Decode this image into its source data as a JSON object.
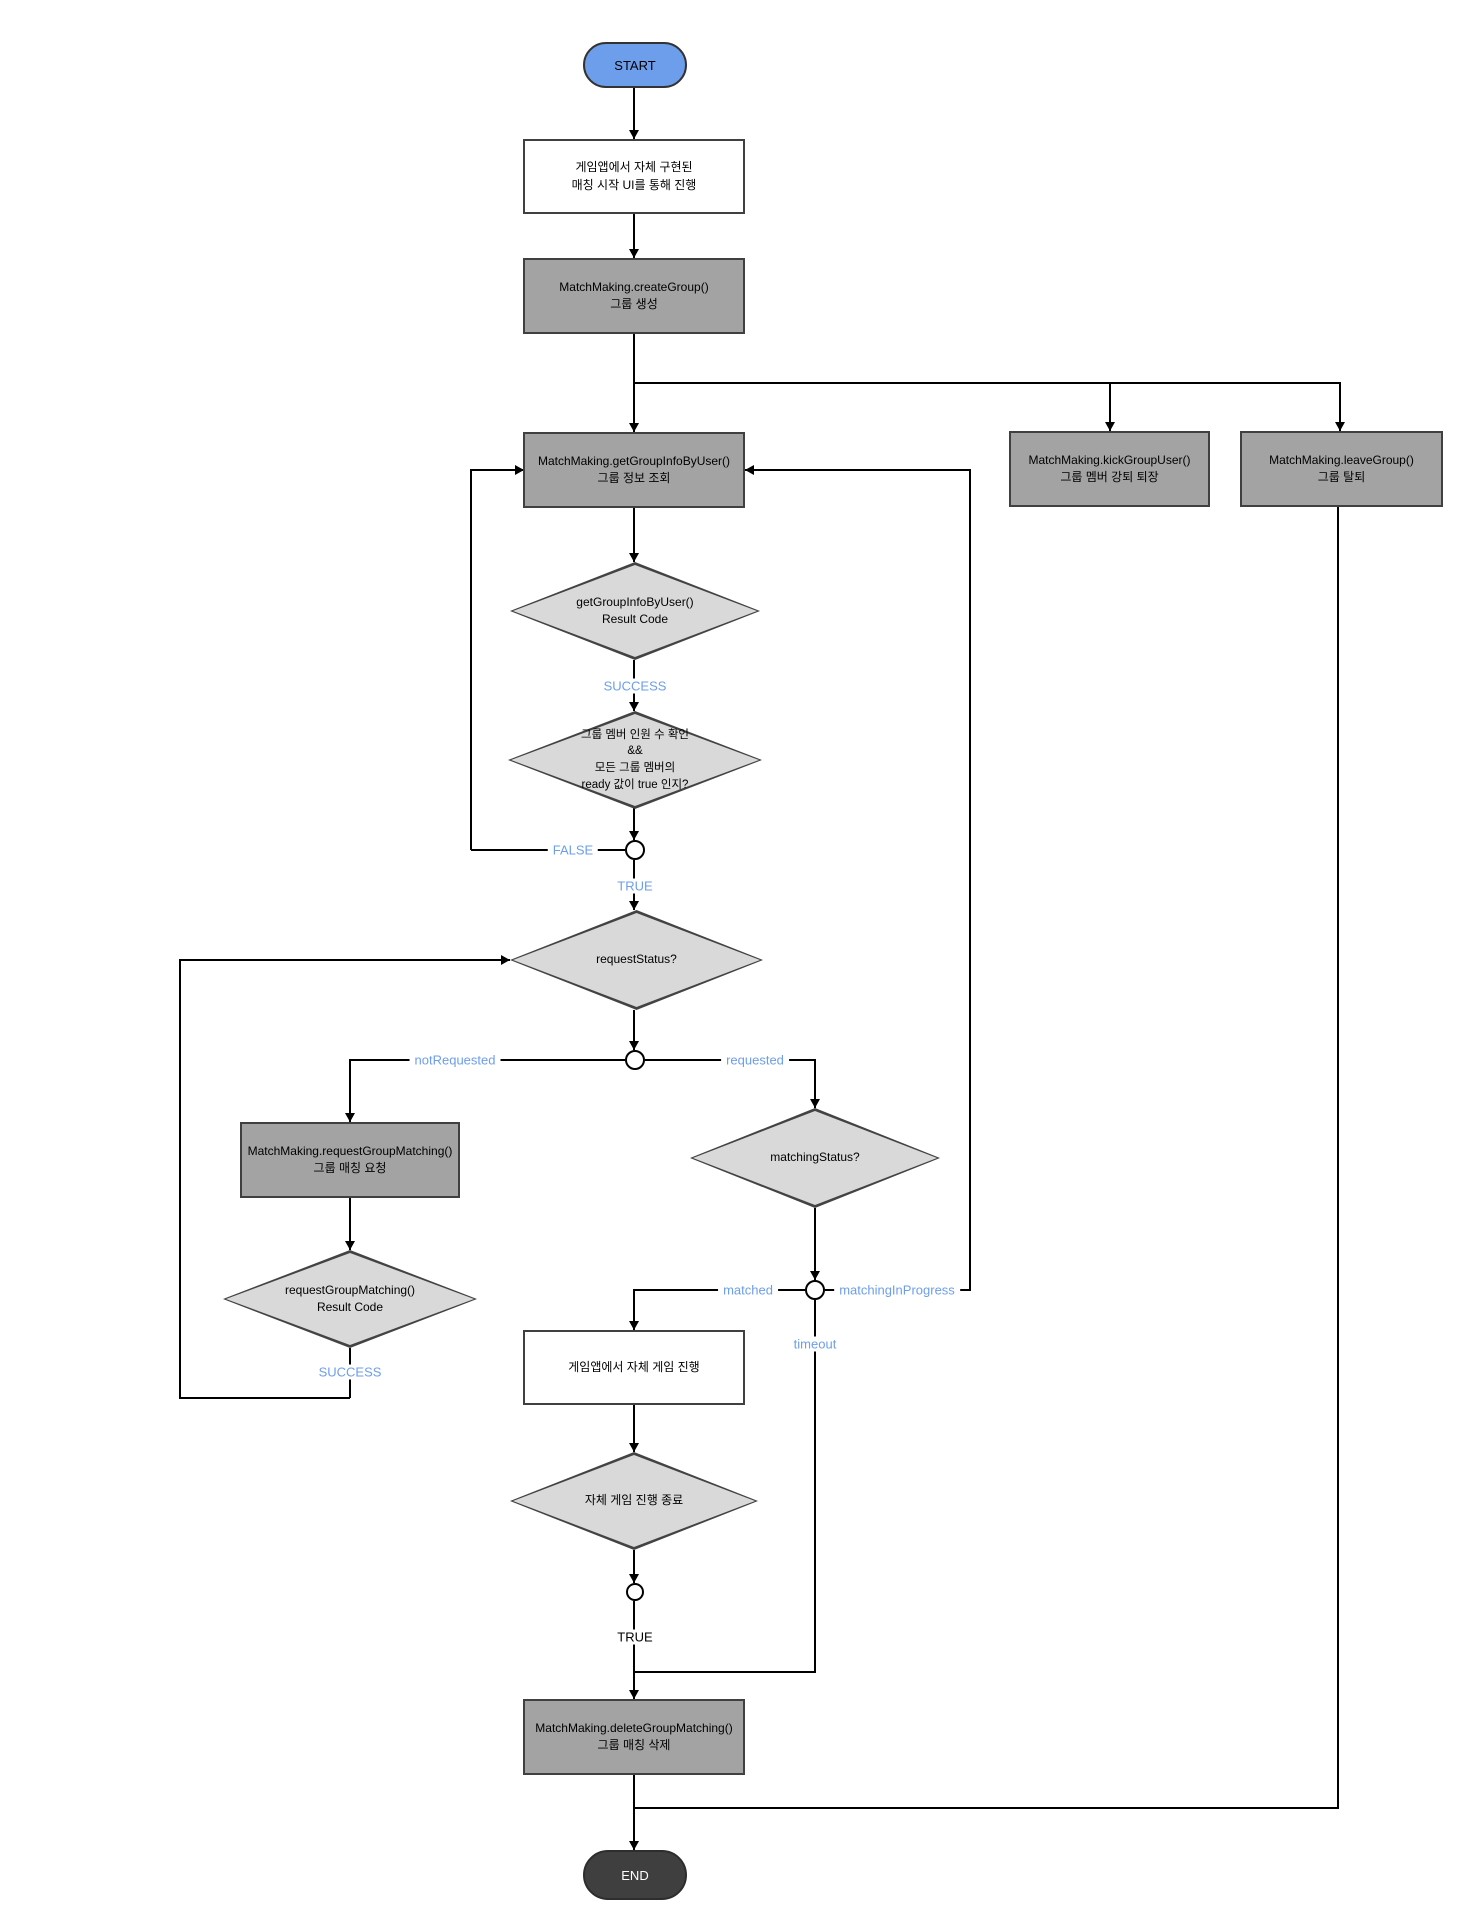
{
  "flowchart": {
    "terminals": {
      "start": "START",
      "end": "END"
    },
    "nodes": {
      "ui_start": {
        "type": "process-white",
        "lines": [
          "게임앱에서 자체 구현된",
          "매칭 시작 UI를 통해 진행"
        ]
      },
      "create_group": {
        "type": "process-gray",
        "lines": [
          "MatchMaking.createGroup()",
          "그룹 생성"
        ]
      },
      "kick_group_user": {
        "type": "process-gray",
        "lines": [
          "MatchMaking.kickGroupUser()",
          "그룹 멤버 강퇴 퇴장"
        ]
      },
      "leave_group": {
        "type": "process-gray",
        "lines": [
          "MatchMaking.leaveGroup()",
          "그룹 탈퇴"
        ]
      },
      "get_group_info": {
        "type": "process-gray",
        "lines": [
          "MatchMaking.getGroupInfoByUser()",
          "그룹 정보 조회"
        ]
      },
      "result_code_get": {
        "type": "decision",
        "lines": [
          "getGroupInfoByUser()",
          "Result Code"
        ]
      },
      "member_check": {
        "type": "decision",
        "lines": [
          "그룹 멤버 인원 수 확인",
          "&&",
          "모든 그룹 멤버의",
          "ready 값이 true 인지?"
        ]
      },
      "request_status": {
        "type": "decision",
        "lines": [
          "requestStatus?"
        ]
      },
      "request_group_matching": {
        "type": "process-gray",
        "lines": [
          "MatchMaking.requestGroupMatching()",
          "그룹 매칭 요청"
        ]
      },
      "result_code_request": {
        "type": "decision",
        "lines": [
          "requestGroupMatching()",
          "Result Code"
        ]
      },
      "matching_status": {
        "type": "decision",
        "lines": [
          "matchingStatus?"
        ]
      },
      "game_play": {
        "type": "process-white",
        "lines": [
          "게임앱에서 자체 게임 진행"
        ]
      },
      "game_end": {
        "type": "decision",
        "lines": [
          "자체 게임 진행 종료"
        ]
      },
      "delete_group_matching": {
        "type": "process-gray",
        "lines": [
          "MatchMaking.deleteGroupMatching()",
          "그룹 매칭 삭제"
        ]
      }
    },
    "edge_labels": {
      "success_get": "SUCCESS",
      "false_loop": "FALSE",
      "true_ready": "TRUE",
      "not_requested": "notRequested",
      "requested": "requested",
      "success_request": "SUCCESS",
      "matched": "matched",
      "matching_in_progress": "matchingInProgress",
      "timeout": "timeout",
      "true_game_end": "TRUE"
    },
    "colors": {
      "start_fill": "#6d9eeb",
      "process_fill": "#a3a3a3",
      "decision_fill": "#d9d9d9",
      "end_fill": "#3f3f3f",
      "label_blue": "#6d9eeb",
      "line": "#000000",
      "border": "#404040"
    }
  }
}
